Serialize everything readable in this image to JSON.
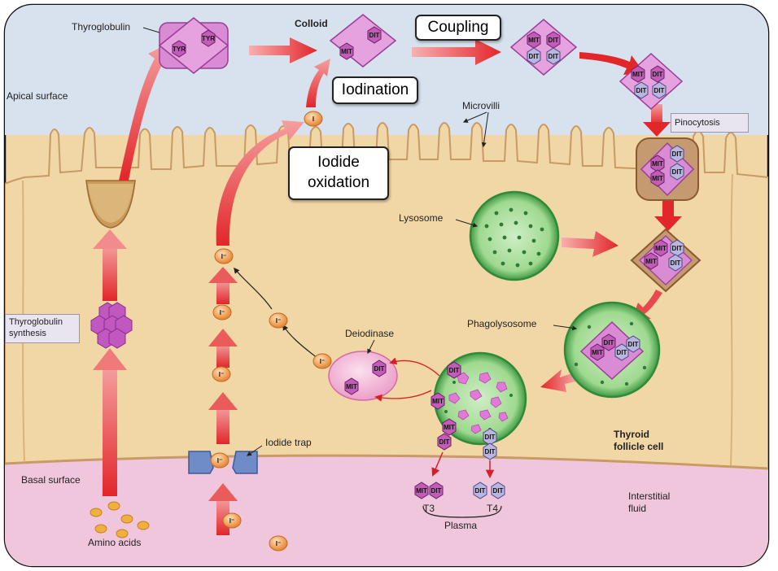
{
  "labels": {
    "thyroglobulin": "Thyroglobulin",
    "colloid": "Colloid",
    "apical_surface": "Apical surface",
    "microvilli": "Microvilli",
    "lysosome": "Lysosome",
    "phagolysosome": "Phagolysosome",
    "deiodinase": "Deiodinase",
    "iodide_trap": "Iodide trap",
    "basal_surface": "Basal surface",
    "amino_acids": "Amino acids",
    "thyroid_follicle_cell_1": "Thyroid",
    "thyroid_follicle_cell_2": "follicle cell",
    "interstitial_fluid_1": "Interstitial",
    "interstitial_fluid_2": "fluid",
    "plasma": "Plasma",
    "t3": "T3",
    "t4": "T4"
  },
  "callouts": {
    "coupling": "Coupling",
    "iodination": "Iodination",
    "iodide_oxidation_1": "Iodide",
    "iodide_oxidation_2": "oxidation"
  },
  "side_boxes": {
    "pinocytosis": "Pinocytosis",
    "tg_synthesis_1": "Thyroglobulin",
    "tg_synthesis_2": "synthesis"
  },
  "molecules": {
    "tyr": "TYR",
    "mit": "MIT",
    "dit": "DIT",
    "iodide": "I⁻",
    "iodine": "I"
  },
  "colors": {
    "cytoplasm": "#f2d7a6",
    "colloid": "#d7e2ee",
    "interstitial": "#f0c6dc",
    "thyroglobulin": "#d98bd3",
    "arrow_red": "#e2262a",
    "iodide_orange": "#f0a25a",
    "lysosome_green": "#58b85a"
  }
}
